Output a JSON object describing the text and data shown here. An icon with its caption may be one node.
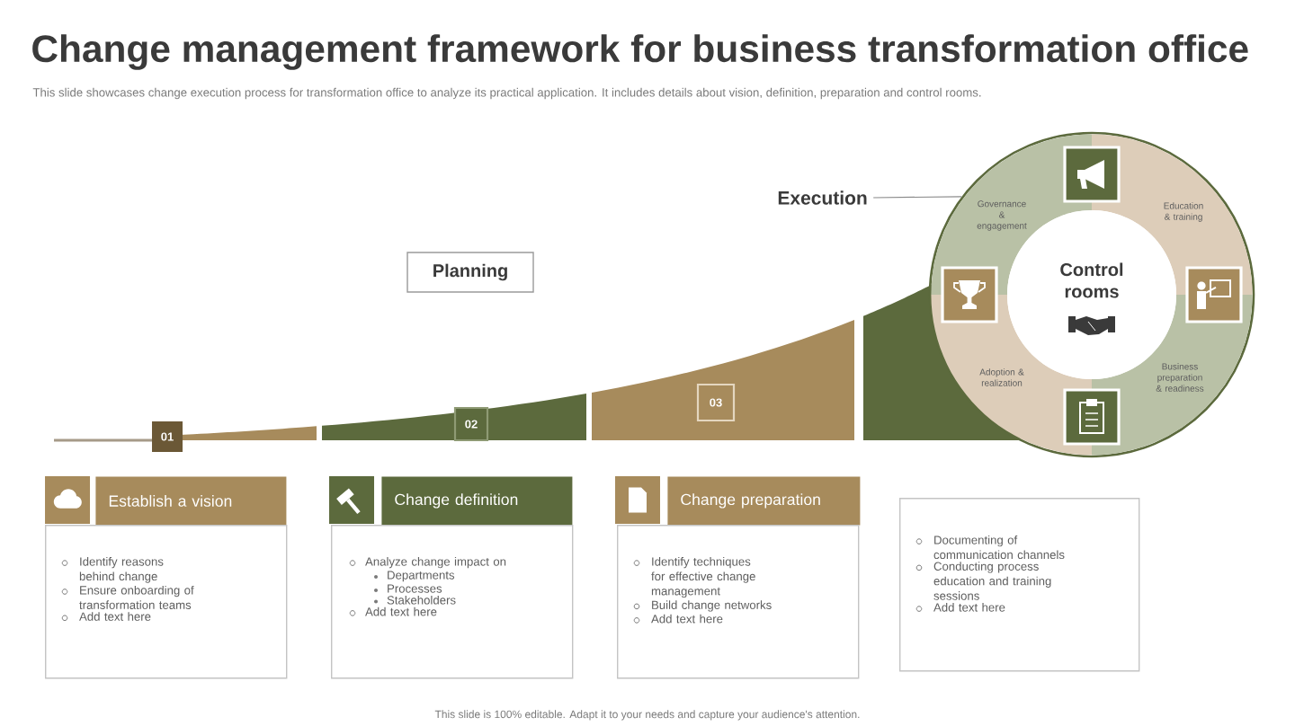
{
  "diagram": {
    "title": "Change management framework for business transformation office",
    "nodes": [
      {
        "text": [
          "Execution"
        ]
      },
      {
        "text": [],
        "shape": "circle"
      },
      {
        "text": [
          "Governance & engagement"
        ],
        "in": 1
      },
      {
        "text": [
          "Education & training"
        ],
        "in": 1
      },
      {
        "text": [
          "Adoption & realization"
        ],
        "in": 1
      },
      {
        "text": [
          "Business preparation & readiness"
        ],
        "in": 1
      },
      {
        "text": [
          "Control rooms"
        ],
        "in": 1
      },
      {
        "text": [
          "Planning"
        ]
      },
      {
        "text": [
          "01"
        ]
      },
      {
        "text": [
          "02"
        ]
      },
      {
        "text": [
          "03"
        ]
      },
      {
        "text": [
          "Establish a vision"
        ]
      },
      {
        "text": [
          "Identify reasons behind change",
          "Ensure onboarding of transformation teams",
          "Add text here"
        ]
      },
      {
        "text": [
          "Change definition"
        ]
      },
      {
        "text": [
          "Analyze change impact on",
          "Departments",
          "Processes",
          "Stakeholders",
          "Add text here"
        ]
      },
      {
        "text": [
          "Change preparation"
        ]
      },
      {
        "text": [
          "Identify techniques for effective change management",
          "Build change networks",
          "Add text here"
        ]
      },
      {
        "text": [
          "Documenting of communication channels",
          "Conducting process education and training sessions",
          "Add text here"
        ]
      }
    ],
    "edges": [
      {
        "from": 0,
        "to": 1,
        "arrow": "none"
      }
    ],
    "labels": [
      "This slide showcases change execution process for transformation office to analyze its practical application. It includes details about vision, definition, preparation and control rooms.",
      "This slide is 100% editable. Adapt it to your needs and capture your audience's attention."
    ]
  }
}
